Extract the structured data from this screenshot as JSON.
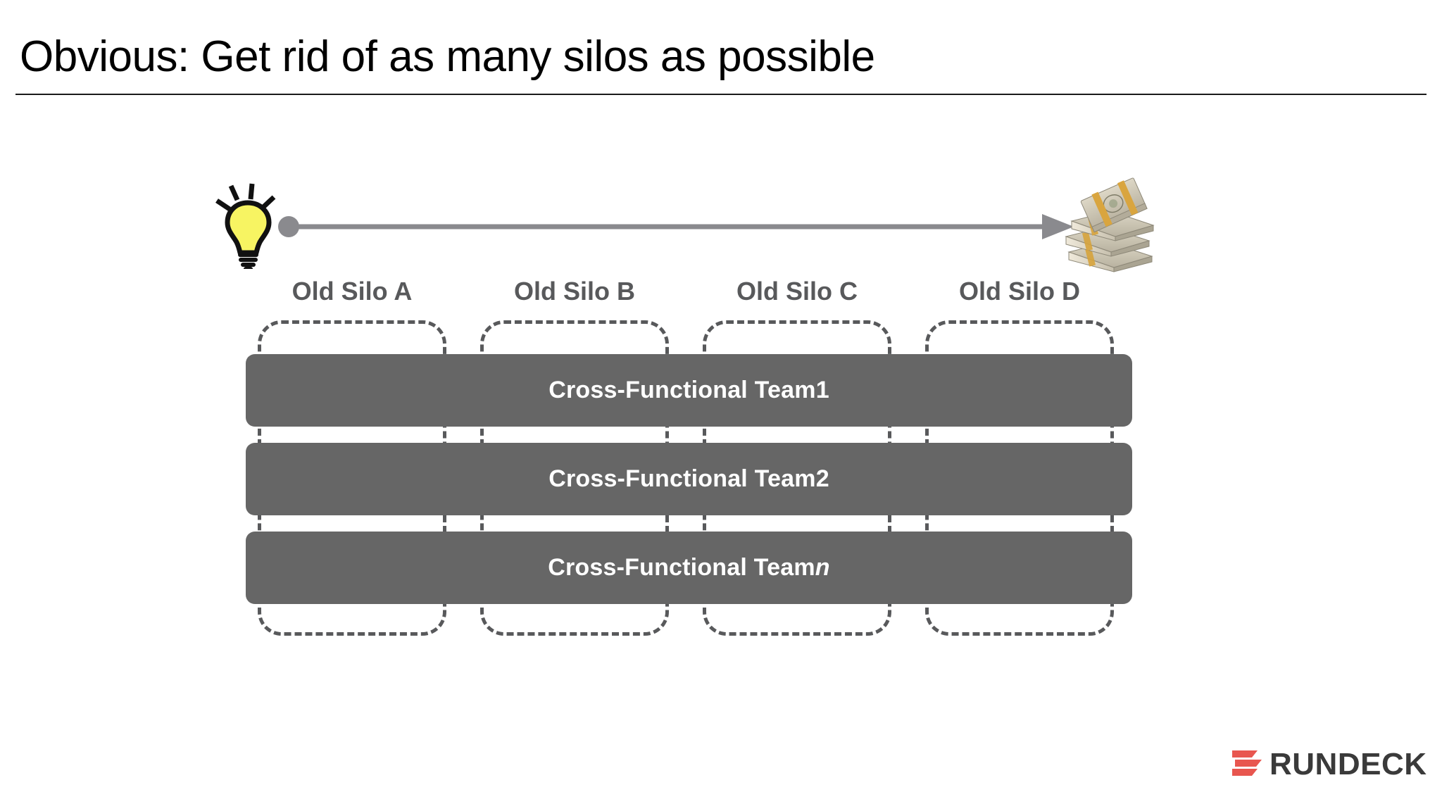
{
  "slide": {
    "title": "Obvious: Get rid of as many silos as possible",
    "background_color": "#ffffff"
  },
  "diagram": {
    "type": "silos-to-cross-functional-teams",
    "flow": {
      "start_icon": "lightbulb-icon",
      "end_icon": "money-stack-icon",
      "arrow_name": "idea-to-value-arrow",
      "arrow_color": "#808080"
    },
    "silos": [
      {
        "label": "Old Silo A",
        "name": "silo-a"
      },
      {
        "label": "Old Silo B",
        "name": "silo-b"
      },
      {
        "label": "Old Silo C",
        "name": "silo-c"
      },
      {
        "label": "Old Silo D",
        "name": "silo-d"
      }
    ],
    "silo_style": {
      "border": "dashed",
      "color": "#58595b"
    },
    "teams": [
      {
        "label_prefix": "Cross-Functional Team ",
        "label_suffix": "1",
        "suffix_italic": false
      },
      {
        "label_prefix": "Cross-Functional Team ",
        "label_suffix": "2",
        "suffix_italic": false
      },
      {
        "label_prefix": "Cross-Functional Team ",
        "label_suffix": "n",
        "suffix_italic": true
      }
    ],
    "team_bar_color": "#666666",
    "team_text_color": "#ffffff"
  },
  "branding": {
    "wordmark": "RUNDECK",
    "mark_color": "#e8564f",
    "wordmark_color": "#3a3a3a"
  }
}
